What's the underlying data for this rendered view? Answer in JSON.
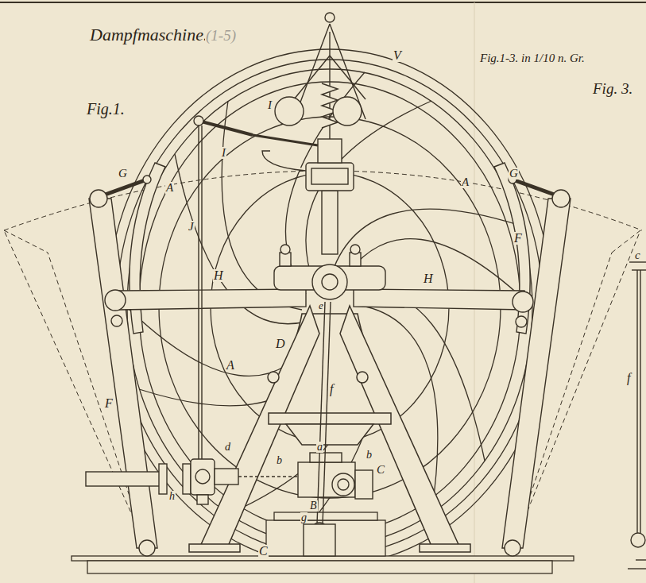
{
  "diagram": {
    "title": "Dampfmaschine.",
    "labels": [
      "(1-5)",
      "Fig.1-3. in 1/10 n. Gr.",
      "Fig.1.",
      "Fig. 3.",
      "V",
      "I",
      "I",
      "G",
      "A",
      "A",
      "G",
      "J",
      "F",
      "H",
      "e",
      "H",
      "D",
      "A",
      "F",
      "f",
      "c",
      "f",
      "d",
      "a",
      "b",
      "b",
      "C",
      "h",
      "B",
      "g",
      "C"
    ]
  }
}
